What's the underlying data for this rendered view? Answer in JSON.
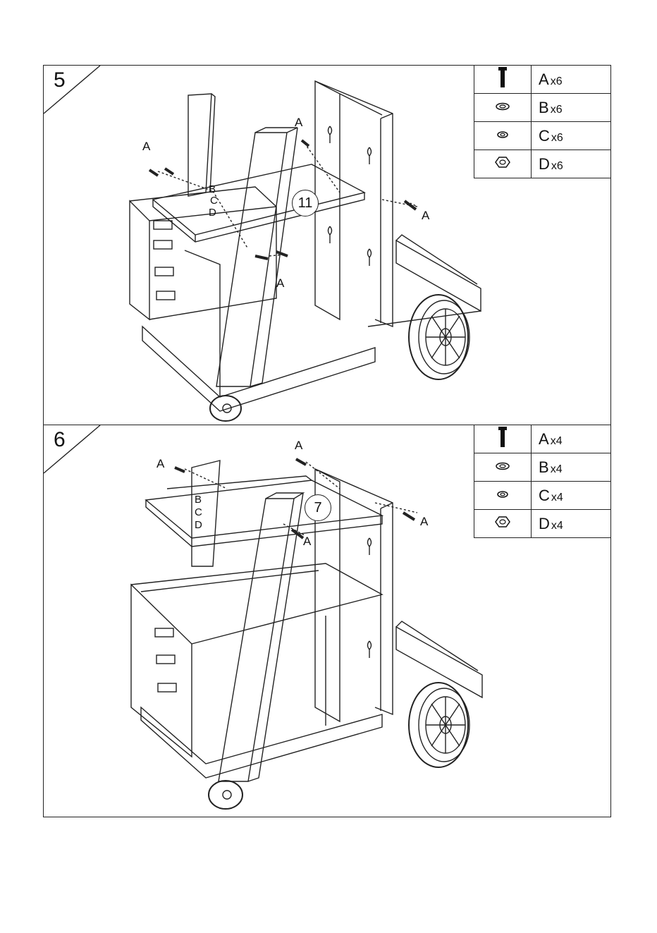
{
  "steps": [
    {
      "number": "5",
      "part_number": "11",
      "parts": [
        {
          "letter": "A",
          "qty": "x6",
          "icon": "screw-icon"
        },
        {
          "letter": "B",
          "qty": "x6",
          "icon": "flat-washer-icon"
        },
        {
          "letter": "C",
          "qty": "x6",
          "icon": "spring-washer-icon"
        },
        {
          "letter": "D",
          "qty": "x6",
          "icon": "hex-nut-icon"
        }
      ],
      "callouts": {
        "a": "A",
        "b": "B",
        "c": "C",
        "d": "D"
      }
    },
    {
      "number": "6",
      "part_number": "7",
      "parts": [
        {
          "letter": "A",
          "qty": "x4",
          "icon": "screw-icon"
        },
        {
          "letter": "B",
          "qty": "x4",
          "icon": "flat-washer-icon"
        },
        {
          "letter": "C",
          "qty": "x4",
          "icon": "spring-washer-icon"
        },
        {
          "letter": "D",
          "qty": "x4",
          "icon": "hex-nut-icon"
        }
      ],
      "callouts": {
        "a": "A",
        "b": "B",
        "c": "C",
        "d": "D"
      }
    }
  ]
}
